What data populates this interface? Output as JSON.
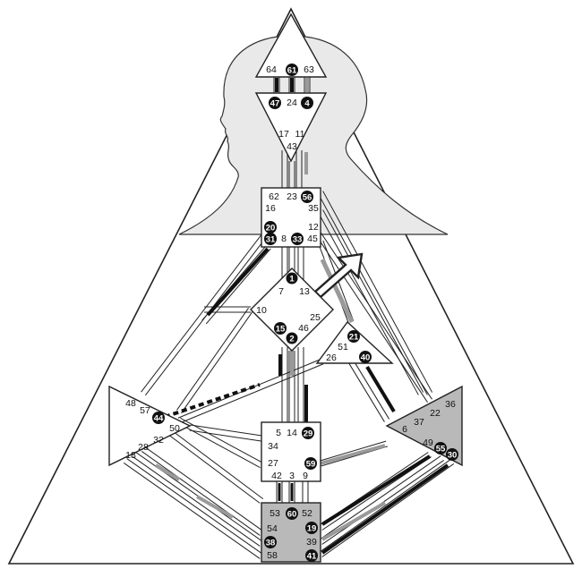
{
  "colors": {
    "line": "#222222",
    "center_fill": "#ffffff",
    "defined_fill": "#b9b9b9",
    "silhouette_fill": "#e9e9e9",
    "activation": "#111111",
    "channel_gray": "#9a9a9a",
    "channel_black": "#111111"
  },
  "centers": [
    {
      "id": "head",
      "defined": false,
      "gates": [
        {
          "id": "g64",
          "label": "64"
        },
        {
          "id": "g61",
          "label": "61",
          "active": true
        },
        {
          "id": "g63",
          "label": "63"
        }
      ]
    },
    {
      "id": "ajna",
      "defined": false,
      "gates": [
        {
          "id": "g47",
          "label": "47",
          "active": true
        },
        {
          "id": "g24",
          "label": "24"
        },
        {
          "id": "g4",
          "label": "4",
          "active": true
        },
        {
          "id": "g17",
          "label": "17"
        },
        {
          "id": "g11",
          "label": "11"
        },
        {
          "id": "g43",
          "label": "43"
        }
      ]
    },
    {
      "id": "throat",
      "defined": false,
      "gates": [
        {
          "id": "g62",
          "label": "62"
        },
        {
          "id": "g23",
          "label": "23"
        },
        {
          "id": "g56",
          "label": "56",
          "active": true
        },
        {
          "id": "g16",
          "label": "16"
        },
        {
          "id": "g35",
          "label": "35"
        },
        {
          "id": "g20",
          "label": "20",
          "active": true
        },
        {
          "id": "g12",
          "label": "12"
        },
        {
          "id": "g31",
          "label": "31",
          "active": true
        },
        {
          "id": "g8",
          "label": "8"
        },
        {
          "id": "g33",
          "label": "33",
          "active": true
        },
        {
          "id": "g45",
          "label": "45"
        }
      ]
    },
    {
      "id": "g-center",
      "defined": false,
      "gates": [
        {
          "id": "g1",
          "label": "1",
          "active": true
        },
        {
          "id": "g7",
          "label": "7"
        },
        {
          "id": "g13",
          "label": "13"
        },
        {
          "id": "g10",
          "label": "10"
        },
        {
          "id": "g25",
          "label": "25"
        },
        {
          "id": "g15",
          "label": "15",
          "active": true
        },
        {
          "id": "g46",
          "label": "46"
        },
        {
          "id": "g2",
          "label": "2",
          "active": true
        }
      ]
    },
    {
      "id": "heart",
      "defined": false,
      "gates": [
        {
          "id": "g21",
          "label": "21",
          "active": true
        },
        {
          "id": "g51",
          "label": "51"
        },
        {
          "id": "g26",
          "label": "26"
        },
        {
          "id": "g40",
          "label": "40",
          "active": true
        }
      ]
    },
    {
      "id": "spleen",
      "defined": false,
      "gates": [
        {
          "id": "g48",
          "label": "48"
        },
        {
          "id": "g57",
          "label": "57"
        },
        {
          "id": "g44",
          "label": "44",
          "active": true
        },
        {
          "id": "g50",
          "label": "50"
        },
        {
          "id": "g32",
          "label": "32"
        },
        {
          "id": "g28",
          "label": "28"
        },
        {
          "id": "g18",
          "label": "18"
        }
      ]
    },
    {
      "id": "sacral",
      "defined": false,
      "gates": [
        {
          "id": "g5",
          "label": "5"
        },
        {
          "id": "g14",
          "label": "14"
        },
        {
          "id": "g29",
          "label": "29",
          "active": true
        },
        {
          "id": "g34",
          "label": "34"
        },
        {
          "id": "g27",
          "label": "27"
        },
        {
          "id": "g59",
          "label": "59",
          "active": true
        },
        {
          "id": "g42",
          "label": "42"
        },
        {
          "id": "g3",
          "label": "3"
        },
        {
          "id": "g9",
          "label": "9"
        }
      ]
    },
    {
      "id": "solar-plexus",
      "defined": true,
      "gates": [
        {
          "id": "g36",
          "label": "36"
        },
        {
          "id": "g22",
          "label": "22"
        },
        {
          "id": "g37",
          "label": "37"
        },
        {
          "id": "g6",
          "label": "6"
        },
        {
          "id": "g49",
          "label": "49"
        },
        {
          "id": "g55",
          "label": "55",
          "active": true
        },
        {
          "id": "g30",
          "label": "30",
          "active": true
        }
      ]
    },
    {
      "id": "root",
      "defined": true,
      "gates": [
        {
          "id": "g53",
          "label": "53"
        },
        {
          "id": "g60",
          "label": "60",
          "active": true
        },
        {
          "id": "g52",
          "label": "52"
        },
        {
          "id": "g54",
          "label": "54"
        },
        {
          "id": "g19",
          "label": "19",
          "active": true
        },
        {
          "id": "g38",
          "label": "38",
          "active": true
        },
        {
          "id": "g39",
          "label": "39"
        },
        {
          "id": "g58",
          "label": "58"
        },
        {
          "id": "g41",
          "label": "41",
          "active": true
        }
      ]
    }
  ]
}
